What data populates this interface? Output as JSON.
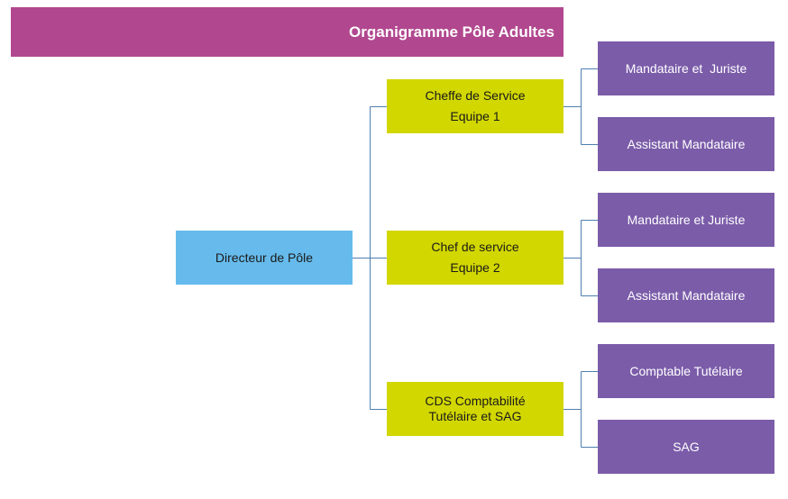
{
  "colors": {
    "banner": "#b1478f",
    "director": "#66bbec",
    "chief": "#d2d700",
    "staff": "#7b5ca9",
    "connector": "#4f7fb0"
  },
  "title": "Organigramme Pôle Adultes",
  "director": {
    "label": "Directeur de Pôle"
  },
  "teams": [
    {
      "chief": {
        "line1": "Cheffe de Service",
        "line2": "Equipe 1"
      },
      "staff": [
        "Mandataire et  Juriste",
        "Assistant Mandataire"
      ]
    },
    {
      "chief": {
        "line1": "Chef de service",
        "line2": "Equipe 2"
      },
      "staff": [
        "Mandataire et Juriste",
        "Assistant Mandataire"
      ]
    },
    {
      "chief": {
        "line1": "CDS Comptabilité",
        "line2": "Tutélaire et SAG"
      },
      "staff": [
        "Comptable Tutélaire",
        "SAG"
      ]
    }
  ]
}
